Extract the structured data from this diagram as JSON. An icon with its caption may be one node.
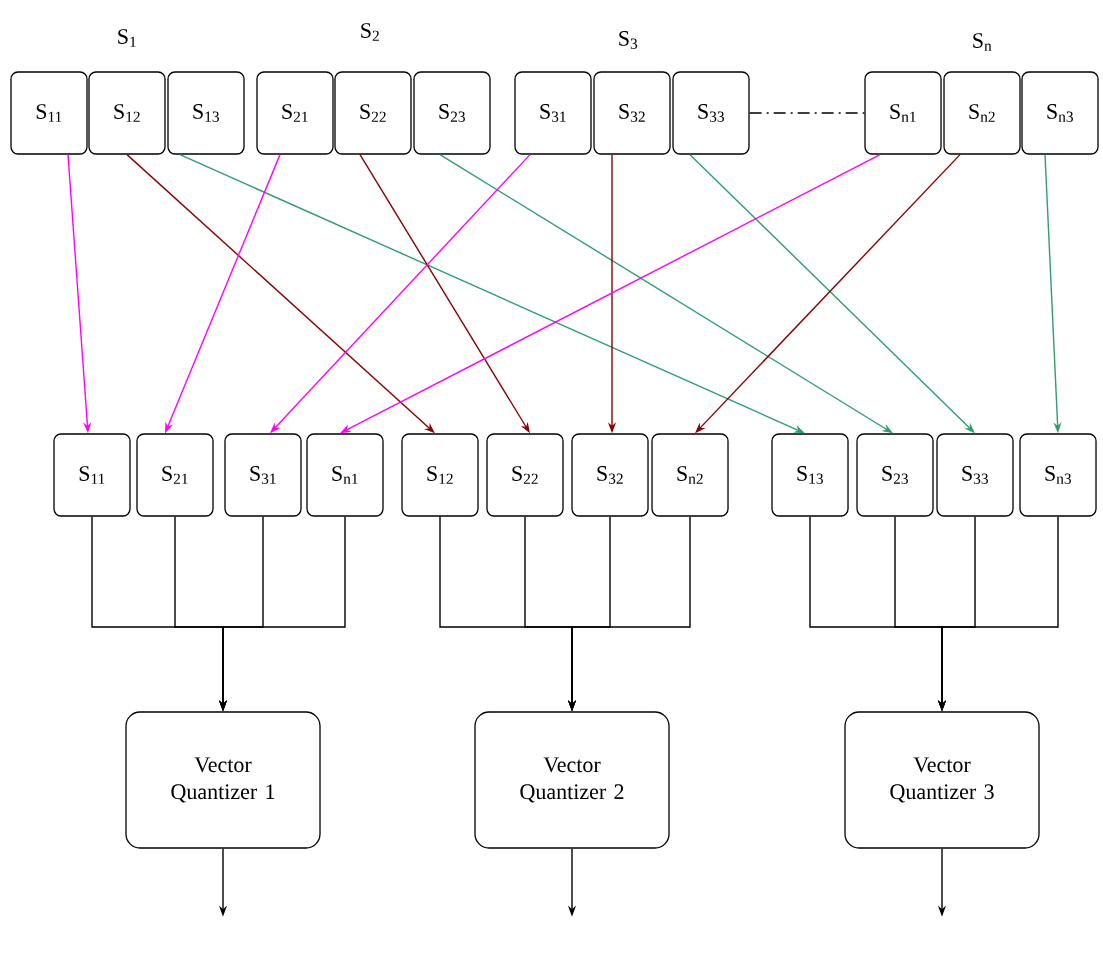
{
  "diagram": {
    "nodes": [
      {
        "text": [
          "S$_{11}$"
        ]
      },
      {
        "text": [
          "S$_{12}$"
        ]
      },
      {
        "text": [
          "S$_{13}$"
        ]
      },
      {
        "text": [
          "S$_{21}$"
        ]
      },
      {
        "text": [
          "S$_{22}$"
        ]
      },
      {
        "text": [
          "S$_{23}$"
        ]
      },
      {
        "text": [
          "S$_{31}$"
        ]
      },
      {
        "text": [
          "S$_{32}$"
        ]
      },
      {
        "text": [
          "S$_{33}$"
        ]
      },
      {
        "text": [
          "S$_{n1}$"
        ]
      },
      {
        "text": [
          "S$_{n2}$"
        ]
      },
      {
        "text": [
          "S$_{n3}$"
        ]
      },
      {
        "text": [
          "S$_{11}$"
        ]
      },
      {
        "text": [
          "S$_{21}$"
        ]
      },
      {
        "text": [
          "S$_{31}$"
        ]
      },
      {
        "text": [
          "S$_{n1}$"
        ]
      },
      {
        "text": [
          "S$_{12}$"
        ]
      },
      {
        "text": [
          "S$_{22}$"
        ]
      },
      {
        "text": [
          "S$_{32}$"
        ]
      },
      {
        "text": [
          "S$_{n2}$"
        ]
      },
      {
        "text": [
          "S$_{13}$"
        ]
      },
      {
        "text": [
          "S$_{23}$"
        ]
      },
      {
        "text": [
          "S$_{33}$"
        ]
      },
      {
        "text": [
          "S$_{n3}$"
        ]
      },
      {
        "text": [
          "Vector Quantizer 1"
        ]
      },
      {
        "text": [
          "Vector Quantizer 2"
        ]
      },
      {
        "text": [
          "Vector Quantizer 3"
        ]
      }
    ],
    "edges": [
      {
        "from": 8,
        "to": 9,
        "arrow": "none",
        "style": "dashed"
      },
      {
        "from": 0,
        "to": 12,
        "arrow": "to",
        "color": "#ff00ff"
      },
      {
        "from": 1,
        "to": 16,
        "arrow": "to",
        "color": "#8b0000"
      },
      {
        "from": 2,
        "to": 20,
        "arrow": "to",
        "color": "#2e9e6e"
      },
      {
        "from": 3,
        "to": 13,
        "arrow": "to",
        "color": "#ff00ff"
      },
      {
        "from": 4,
        "to": 17,
        "arrow": "to",
        "color": "#8b0000"
      },
      {
        "from": 5,
        "to": 21,
        "arrow": "to",
        "color": "#2e9e6e"
      },
      {
        "from": 6,
        "to": 14,
        "arrow": "to",
        "color": "#ff00ff"
      },
      {
        "from": 7,
        "to": 18,
        "arrow": "to",
        "color": "#8b0000"
      },
      {
        "from": 8,
        "to": 22,
        "arrow": "to",
        "color": "#2e9e6e"
      },
      {
        "from": 9,
        "to": 15,
        "arrow": "to",
        "color": "#ff00ff"
      },
      {
        "from": 10,
        "to": 19,
        "arrow": "to",
        "color": "#8b0000"
      },
      {
        "from": 11,
        "to": 23,
        "arrow": "to",
        "color": "#2e9e6e"
      },
      {
        "from": 12,
        "to": 24,
        "arrow": "to"
      },
      {
        "from": 13,
        "to": 24,
        "arrow": "to"
      },
      {
        "from": 14,
        "to": 24,
        "arrow": "to"
      },
      {
        "from": 15,
        "to": 24,
        "arrow": "to"
      },
      {
        "from": 16,
        "to": 25,
        "arrow": "to"
      },
      {
        "from": 17,
        "to": 25,
        "arrow": "to"
      },
      {
        "from": 18,
        "to": 25,
        "arrow": "to"
      },
      {
        "from": 19,
        "to": 25,
        "arrow": "to"
      },
      {
        "from": 20,
        "to": 26,
        "arrow": "to"
      },
      {
        "from": 21,
        "to": 26,
        "arrow": "to"
      },
      {
        "from": 22,
        "to": 26,
        "arrow": "to"
      },
      {
        "from": 23,
        "to": 26,
        "arrow": "to"
      },
      {
        "from": 24,
        "to": null,
        "arrow": "to"
      },
      {
        "from": 25,
        "to": null,
        "arrow": "to"
      },
      {
        "from": 26,
        "to": null,
        "arrow": "to"
      }
    ],
    "labels": [
      "S$_{1}$",
      "S$_{2}$",
      "S$_{3}$",
      "S$_{n}$"
    ]
  }
}
